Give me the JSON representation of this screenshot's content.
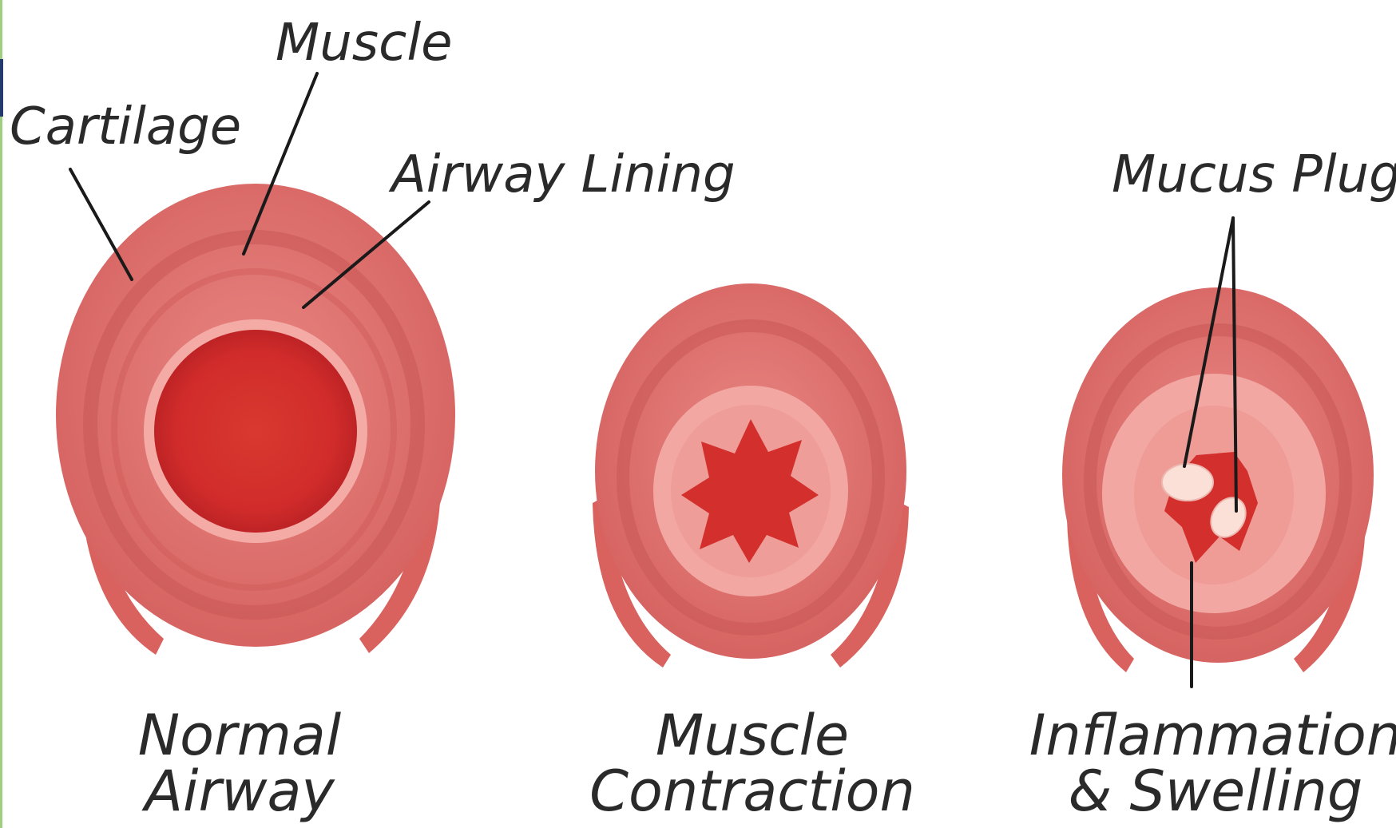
{
  "callouts": {
    "muscle": "Muscle",
    "cartilage": "Cartilage",
    "airway_lining": "Airway Lining",
    "mucus_plugs": "Mucus Plugs"
  },
  "captions": {
    "normal": [
      "Normal",
      "Airway"
    ],
    "contraction": [
      "Muscle",
      "Contraction"
    ],
    "inflammation": [
      "Inflammation",
      "& Swelling"
    ]
  },
  "colors": {
    "outer_tissue": "#dd6f6d",
    "tissue_dark": "#c85656",
    "lining": "#f3a9a4",
    "lumen": "#d42f2d",
    "lumen_dark": "#b81f22",
    "mucus": "#f9d9d2",
    "leader_line": "#1a1a1a"
  }
}
